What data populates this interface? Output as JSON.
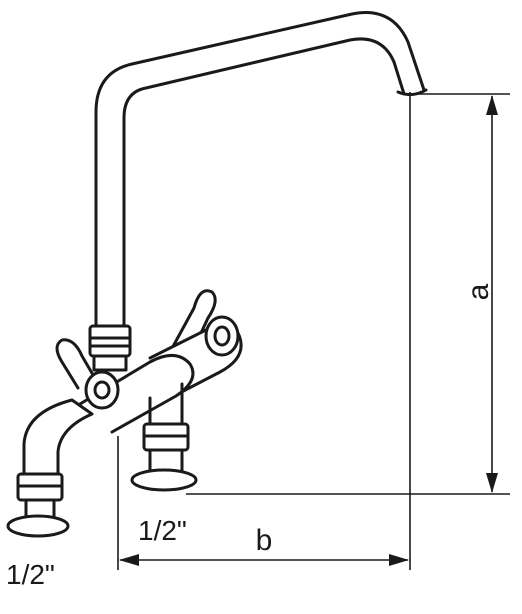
{
  "diagram": {
    "dimension_height_label": "a",
    "dimension_width_label": "b",
    "inlet_size_front": "1/2\"",
    "inlet_size_rear": "1/2\""
  },
  "colors": {
    "stroke": "#1a1a1a",
    "fill": "#ffffff"
  }
}
